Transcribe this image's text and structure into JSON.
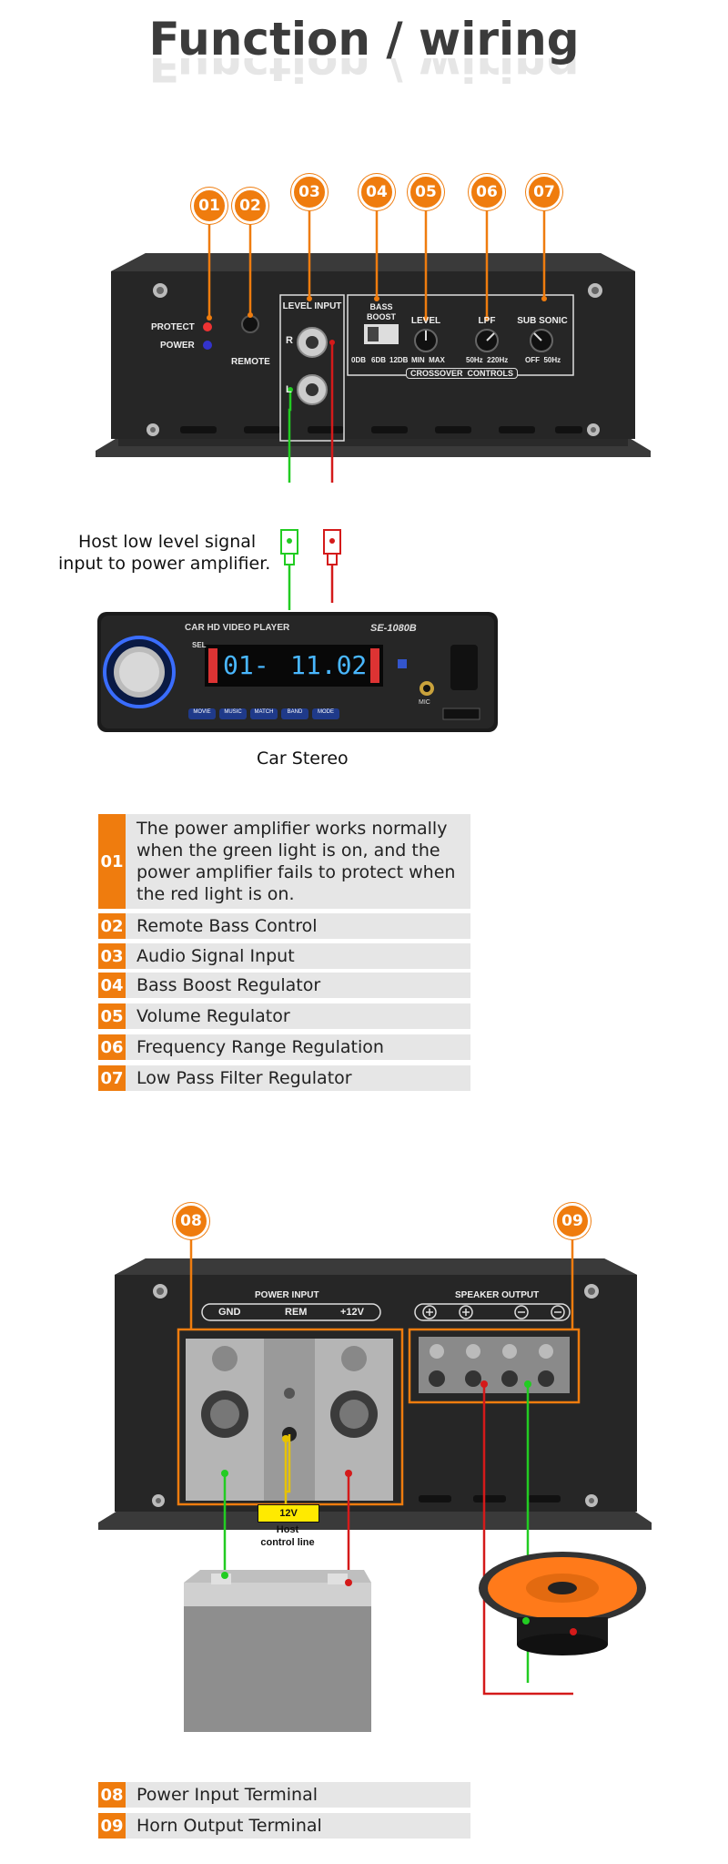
{
  "page": {
    "title": "Function / wiring"
  },
  "amp_top": {
    "markers": [
      "01",
      "02",
      "03",
      "04",
      "05",
      "06",
      "07"
    ],
    "labels": {
      "protect": "PROTECT",
      "power": "POWER",
      "remote": "REMOTE",
      "level_input": "LEVEL INPUT",
      "r": "R",
      "l": "L",
      "bass_boost": "BASS BOOST",
      "level": "LEVEL",
      "lpf": "LPF",
      "sub_sonic": "SUB SONIC",
      "db0": "0DB",
      "db6": "6DB",
      "db12": "12DB",
      "min_max": "MIN  MAX",
      "hz_range": "50Hz  220Hz",
      "off_50": "OFF  50Hz",
      "crossover": "CROSSOVER  CONTROLS"
    }
  },
  "stereo": {
    "signal_caption_1": "Host low level signal",
    "signal_caption_2": "input to power amplifier.",
    "brand_text": "CAR HD VIDEO PLAYER",
    "model": "SE-1080B",
    "display_left": "01-",
    "display_right": "11.02",
    "sel": "SEL",
    "mic": "MIC",
    "buttons": [
      "MOVIE",
      "MUSIC",
      "MATCH",
      "BAND",
      "MODE"
    ],
    "caption": "Car Stereo"
  },
  "functions": [
    {
      "num": "01",
      "text": "The power amplifier works normally when the green light is on, and the power amplifier fails to protect when the red light is on."
    },
    {
      "num": "02",
      "text": "Remote Bass Control"
    },
    {
      "num": "03",
      "text": "Audio Signal Input"
    },
    {
      "num": "04",
      "text": "Bass Boost Regulator"
    },
    {
      "num": "05",
      "text": "Volume Regulator"
    },
    {
      "num": "06",
      "text": "Frequency Range Regulation"
    },
    {
      "num": "07",
      "text": "Low Pass Filter Regulator"
    }
  ],
  "amp_bottom": {
    "markers": [
      "08",
      "09"
    ],
    "power_input": "POWER INPUT",
    "gnd": "GND",
    "rem": "REM",
    "plus12": "+12V",
    "speaker_output": "SPEAKER OUTPUT",
    "v12_tag": "12V",
    "host_line_1": "Host",
    "host_line_2": "control line"
  },
  "terminals": [
    {
      "num": "08",
      "text": "Power Input Terminal"
    },
    {
      "num": "09",
      "text": "Horn Output Terminal"
    }
  ],
  "colors": {
    "accent": "#ef7c0e",
    "green_wire": "#22cc22",
    "red_wire": "#d41a1a",
    "row_bg": "#e6e6e6"
  }
}
